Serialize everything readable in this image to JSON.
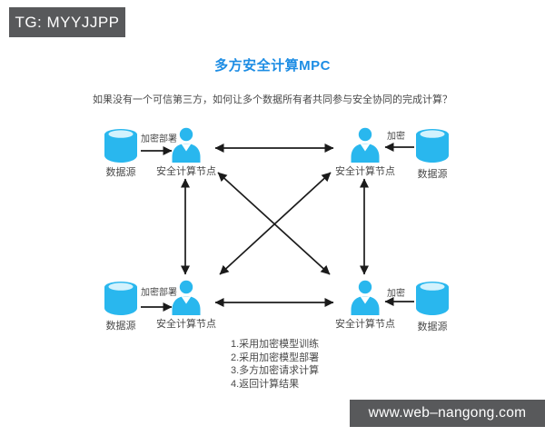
{
  "badge": {
    "text": "TG: MYYJJPP"
  },
  "header": {
    "title": "多方安全计算MPC",
    "subtitle": "如果没有一个可信第三方，如何让多个数据所有者共同参与安全协同的完成计算？"
  },
  "labels": {
    "node": "安全计算节点",
    "datasource": "数据源",
    "encrypt_deploy": "加密部署",
    "encrypt": "加密"
  },
  "steps": [
    "1.采用加密模型训练",
    "2.采用加密模型部署",
    "3.多方加密请求计算",
    "4.返回计算结果"
  ],
  "footer": {
    "text": "www.web–nangong.com"
  },
  "colors": {
    "accent_cyan": "#29b7ee",
    "cylinder_highlight": "#e6f8fe",
    "title_blue": "#1d8de4",
    "bar_gray": "#58595b",
    "arrow_black": "#1b1b1b",
    "text_gray": "#4a4a4a"
  }
}
